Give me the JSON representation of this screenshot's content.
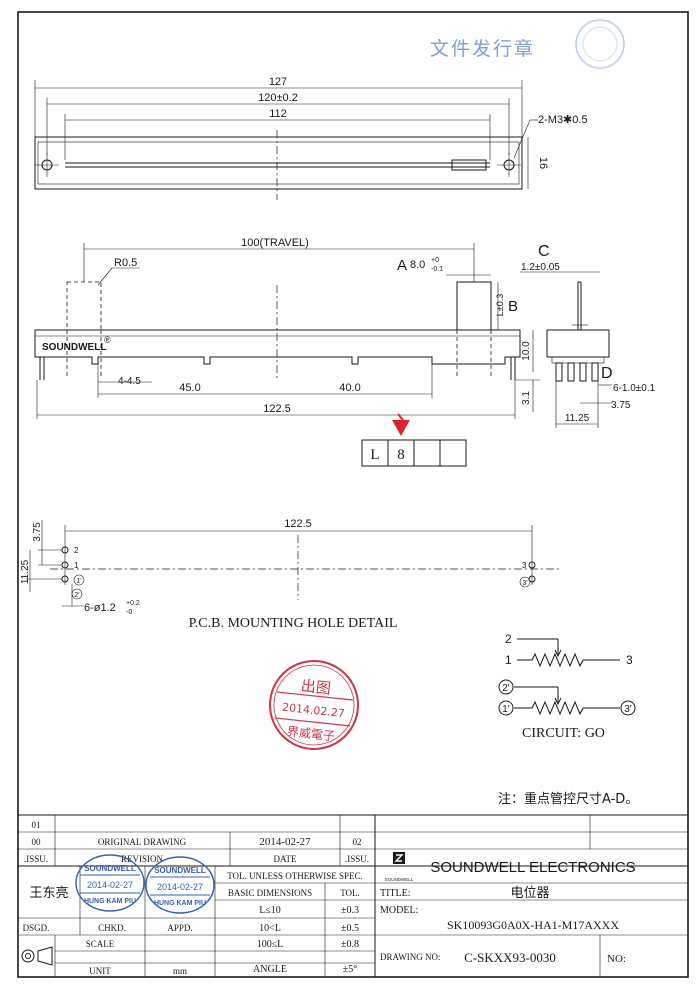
{
  "watermark": {
    "text": "文件发行章",
    "color": "#7f9fd6"
  },
  "top_view": {
    "dim_127": "127",
    "dim_120": "120±0.2",
    "dim_112": "112",
    "holes_note": "2-M3✱0.5",
    "dim_16": "16"
  },
  "side_view": {
    "travel": "100(TRAVEL)",
    "radius": "R0.5",
    "label_a": "A",
    "dim_a_value": "8.0",
    "dim_a_tol_top": "+0",
    "dim_a_tol_bot": "-0.1",
    "label_b": "B",
    "dim_b": "L±0.3",
    "brand": "SOUNDWELL",
    "reg_mark": "®",
    "dim_4_45": "4-4.5",
    "dim_45": "45.0",
    "dim_40": "40.0",
    "dim_1225": "122.5",
    "dim_10": "10.0",
    "dim_31": "3.1"
  },
  "end_view": {
    "label_c": "C",
    "dim_c": "1.2±0.05",
    "label_d": "D",
    "dim_d": "6-1.0±0.1",
    "dim_375": "3.75",
    "dim_1125": "11.25"
  },
  "length_table": {
    "cells": [
      "L",
      "8",
      "",
      ""
    ]
  },
  "arrow_color": "#e0202a",
  "pcb": {
    "dim_1225": "122.5",
    "dim_375": "3.75",
    "dim_1125": "11.25",
    "pin_1": "1",
    "pin_2": "2",
    "pin_3": "3",
    "pin_1p": "1'",
    "pin_2p": "2'",
    "pin_3p": "3'",
    "hole_note": "6-ø1.2",
    "hole_tol_top": "+0.2",
    "hole_tol_bot": "-0",
    "title": "P.C.B. MOUNTING HOLE DETAIL"
  },
  "circuit": {
    "pin_1": "1",
    "pin_2": "2",
    "pin_3": "3",
    "pin_1p": "1'",
    "pin_2p": "2'",
    "pin_3p": "3'",
    "label": "CIRCUIT: GO"
  },
  "stamp_red": {
    "top": "出图",
    "date": "2014.02.27",
    "bottom": "界威電子",
    "color": "#d0344a"
  },
  "note": "注：重点管控尺寸A-D。",
  "title_block": {
    "rev_01": "01",
    "rev_00": "00",
    "original_drawing": "ORIGINAL  DRAWING",
    "orig_date": "2014-02-27",
    "rev_02": "02",
    "issu_left": ".ISSU.",
    "revision": "REVISION",
    "date": "DATE",
    "issu_right": ".ISSU.",
    "designer": "王东亮",
    "dsgd": "DSGD.",
    "chkd": "CHKD.",
    "appd": "APPD.",
    "scale": "SCALE",
    "unit": "UNIT",
    "mm": "mm",
    "stamp1_top": "SOUNDWELL",
    "stamp1_date": "2014-02-27",
    "stamp1_bottom": "HUNG KAM PIU",
    "stamp2_top": "SOUNDWELL",
    "stamp2_date": "2014-02-27",
    "stamp2_bottom": "HUNG KAM PIU",
    "stamp_color": "#3a5fb0",
    "tol_header": "TOL. UNLESS OTHERWISE SPEC.",
    "basic_dims": "BASIC DIMENSIONS",
    "tol": "TOL.",
    "tol_rows": [
      {
        "dim": "L≤10",
        "tol": "±0.3"
      },
      {
        "dim": "10<L",
        "tol": "±0.5"
      },
      {
        "dim": "100≤L",
        "tol": "±0.8"
      },
      {
        "dim": "ANGLE",
        "tol": "±5°"
      }
    ],
    "company": "SOUNDWELL ELECTRONICS",
    "logo_label": "SOUNDWELL",
    "title_label": "TITLE:",
    "title_value": "电位器",
    "model_label": "MODEL:",
    "model_value": "SK10093G0A0X-HA1-M17AXXX",
    "drawing_no_label": "DRAWING NO:",
    "drawing_no_value": "C-SKXX93-0030",
    "no_label": "NO:"
  }
}
